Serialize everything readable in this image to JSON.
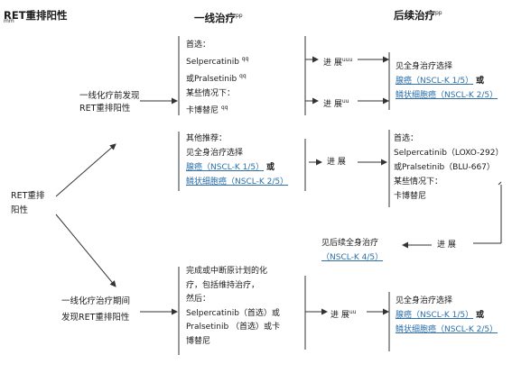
{
  "headers": {
    "title": "RET重排阳性",
    "title_sub": "mm",
    "first_line": "一线治疗",
    "first_line_sup": "pp",
    "subsequent": "后续治疗",
    "subsequent_sup": "pp"
  },
  "root": {
    "line1": "RET重排",
    "line2": "阳性"
  },
  "branch_a": {
    "line1": "一线化疗前发现",
    "line2": "RET重排阳性"
  },
  "branch_b": {
    "line1": "一线化疗治疗期间",
    "line2": "发现RET重排阳性"
  },
  "box1": {
    "preferred": "首选：",
    "drug1": "Selpercatinib",
    "drug1_sup": "qq",
    "drug2": "或Pralsetinib",
    "drug2_sup": "qq",
    "some": "某些情况下：",
    "drug3": "卡博替尼",
    "drug3_sup": "qq"
  },
  "box2": {
    "other": "其他推荐：",
    "see": "见全身治疗选择",
    "link1": "腺癌（NSCL-K 1/5）",
    "or": "或",
    "link2": "鳞状细胞癌（NSCL-K 2/5）"
  },
  "box3": {
    "line1": "完成或中断原计划的化",
    "line2": "疗，包括维持治疗，",
    "line3": "然后：",
    "line4": "Selpercatinib（首选）或",
    "line5": "Pralsetinib （首选）或卡",
    "line6": "博替尼"
  },
  "progress": {
    "p1": "进 展",
    "p1_sup": "uuu",
    "p2": "进 展",
    "p2_sup": "uu",
    "p3": "进 展",
    "p4": "进 展",
    "p5": "进 展",
    "p5_sup": "uu"
  },
  "right1": {
    "see": "见全身治疗选择",
    "link1": "腺癌（NSCL-K 1/5）",
    "or": "或",
    "link2": "鳞状细胞癌（NSCL-K 2/5）"
  },
  "right2": {
    "preferred": "首选：",
    "drug1": "Selpercatinib（LOXO-292）",
    "drug2": "或Pralsetinib（BLU-667）",
    "some": "某些情况下：",
    "drug3": "卡博替尼"
  },
  "right3": {
    "see": "见后续全身治疗",
    "link": "（NSCL-K 4/5）"
  },
  "right4": {
    "see": "见全身治疗选择",
    "link1": "腺癌（NSCL-K 1/5）",
    "or": "或",
    "link2": "鳞状细胞癌（NSCL-K 2/5）"
  },
  "colors": {
    "line": "#333333",
    "link": "#2e6fa7"
  }
}
